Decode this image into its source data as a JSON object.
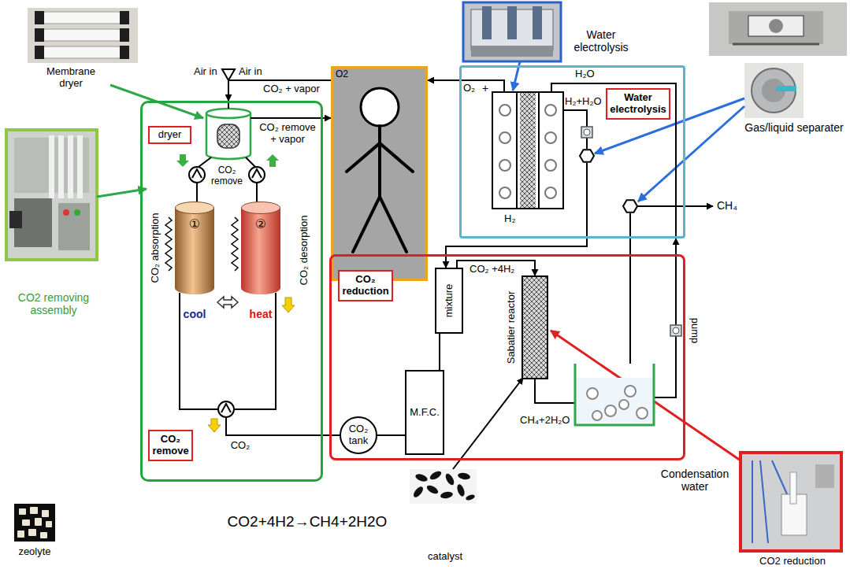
{
  "diagram": {
    "nodes": [
      {
        "text": [
          "CO₂ remove",
          "CO₂ absorption",
          "CO₂ desorption",
          "cool",
          "heat",
          "CO₂"
        ]
      },
      {
        "text": [
          "dryer"
        ],
        "in": 0
      },
      {
        "text": [
          "①"
        ],
        "in": 0
      },
      {
        "text": [
          "②"
        ],
        "in": 0
      },
      {
        "text": [
          "CO₂ remove"
        ],
        "in": 0
      },
      {
        "text": [
          "O2"
        ]
      },
      {
        "text": [
          "O₂",
          "+",
          "H₂O",
          "H₂+H₂O",
          "H₂"
        ]
      },
      {
        "text": [
          "Water electrolysis"
        ],
        "in": 6
      },
      {
        "text": [
          "CH₄+2H₂O"
        ]
      },
      {
        "text": [
          "CO₂ reduction"
        ],
        "in": 8
      },
      {
        "text": [
          "CO₂ tank"
        ],
        "in": 8
      },
      {
        "text": [
          "M.F.C."
        ],
        "in": 8
      },
      {
        "text": [
          "mixture"
        ],
        "in": 8
      },
      {
        "text": [
          "Sabatier reactor"
        ],
        "in": 8
      }
    ],
    "edges": [
      {
        "from": 5,
        "to": 0,
        "arrow": "to",
        "label": "CO₂ + vapor"
      },
      {
        "from": 0,
        "to": 5,
        "arrow": "to",
        "label": "CO₂ remove + vapor"
      },
      {
        "from": 6,
        "to": 5,
        "arrow": "to"
      },
      {
        "from": 0,
        "to": 10,
        "arrow": "none"
      },
      {
        "from": 10,
        "to": 11,
        "arrow": "none"
      },
      {
        "from": 11,
        "to": 12,
        "arrow": "none"
      },
      {
        "from": 6,
        "to": 12,
        "arrow": "to"
      },
      {
        "from": 12,
        "to": 13,
        "arrow": "to",
        "label": "CO₂ +4H₂"
      },
      {
        "from": 8,
        "to": 6,
        "arrow": "to"
      }
    ],
    "labels": [
      "Membrane dryer",
      "Water electrolysis",
      "Air in",
      "Air in",
      "Gas/liquid separater",
      "CH₄",
      "CO2 removing assembly",
      "pump",
      "Condensation water",
      "CO2+4H2→CH4+2H2O",
      "zeolyte",
      "catalyst",
      "CO2 reduction"
    ]
  }
}
